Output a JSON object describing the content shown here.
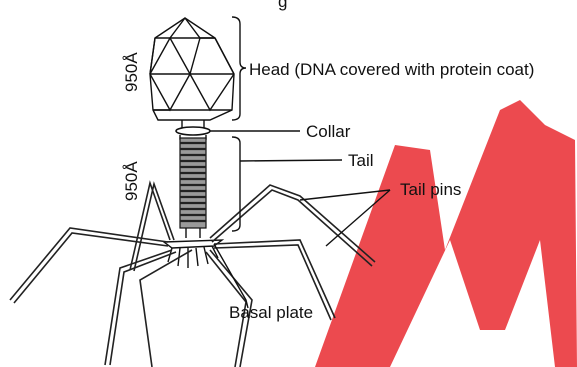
{
  "diagram": {
    "top_caption": "g",
    "labels": {
      "head": "Head (DNA covered with protein coat)",
      "collar": "Collar",
      "tail": "Tail",
      "tail_pins": "Tail pins",
      "basal_plate": "Basal plate"
    },
    "dimensions": {
      "head_length": "950Å",
      "tail_length": "950Å"
    }
  },
  "colors": {
    "ink": "#111111",
    "watermark": "#e8202a"
  }
}
